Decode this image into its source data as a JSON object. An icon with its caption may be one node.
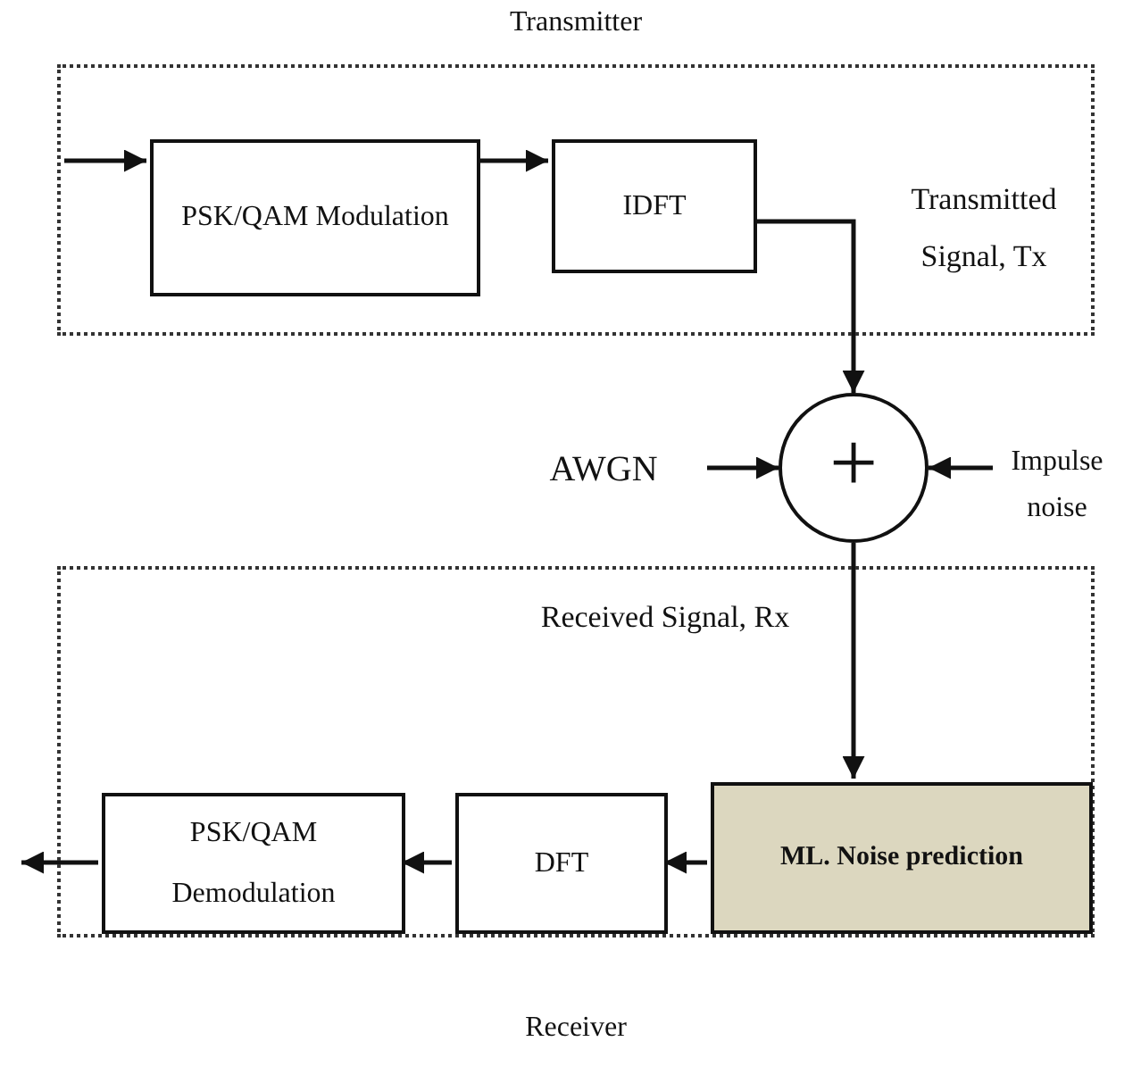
{
  "diagram": {
    "nodes": [
      {
        "text": [
          "Transmitter"
        ]
      },
      {
        "text": [
          "PSK/QAM Modulation"
        ],
        "in": 0
      },
      {
        "text": [
          "IDFT"
        ],
        "in": 0
      },
      {
        "text": [
          "+"
        ]
      },
      {
        "text": [
          "AWGN"
        ]
      },
      {
        "text": [
          "Impulse noise"
        ]
      },
      {
        "text": [
          "Receiver"
        ]
      },
      {
        "text": [
          "ML. Noise prediction"
        ],
        "in": 6
      },
      {
        "text": [
          "DFT"
        ],
        "in": 6
      },
      {
        "text": [
          "PSK/QAM Demodulation"
        ],
        "in": 6
      }
    ],
    "edges": [
      {
        "from": null,
        "to": 1,
        "arrow": "to"
      },
      {
        "from": 1,
        "to": 2,
        "arrow": "to"
      },
      {
        "from": 2,
        "to": 3,
        "arrow": "to"
      },
      {
        "from": 4,
        "to": 3,
        "arrow": "to"
      },
      {
        "from": 5,
        "to": 3,
        "arrow": "to"
      },
      {
        "from": 3,
        "to": 7,
        "arrow": "to"
      },
      {
        "from": 7,
        "to": 8,
        "arrow": "to"
      },
      {
        "from": 8,
        "to": 9,
        "arrow": "to"
      },
      {
        "from": 9,
        "to": null,
        "arrow": "to"
      }
    ],
    "labels": [
      "Transmitted Signal, Tx",
      "Received Signal, Rx"
    ]
  }
}
